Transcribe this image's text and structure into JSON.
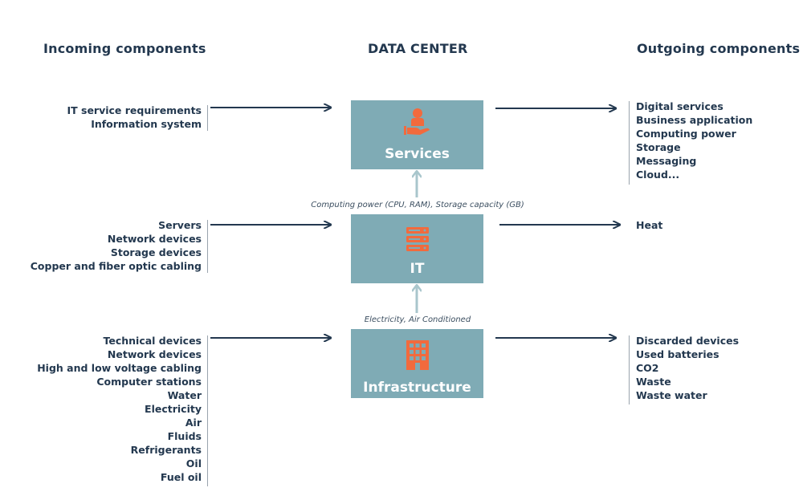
{
  "headings": {
    "incoming": "Incoming components",
    "center": "DATA CENTER",
    "outgoing": "Outgoing components"
  },
  "boxes": {
    "services": {
      "label": "Services",
      "icon": "service-hand-icon"
    },
    "it": {
      "label": "IT",
      "icon": "server-stack-icon"
    },
    "infrastructure": {
      "label": "Infrastructure",
      "icon": "building-icon"
    }
  },
  "flows": {
    "it_to_services": "Computing power (CPU, RAM), Storage capacity (GB)",
    "infra_to_it": "Electricity, Air Conditioned"
  },
  "incoming": {
    "services": [
      "IT service requirements",
      "Information system"
    ],
    "it": [
      "Servers",
      "Network devices",
      "Storage devices",
      "Copper and fiber optic cabling"
    ],
    "infrastructure": [
      "Technical devices",
      "Network devices",
      "High and low voltage cabling",
      "Computer stations",
      "Water",
      "Electricity",
      "Air",
      "Fluids",
      "Refrigerants",
      "Oil",
      "Fuel oil"
    ]
  },
  "outgoing": {
    "services": [
      "Digital services",
      "Business application",
      "Computing power",
      "Storage",
      "Messaging",
      "Cloud..."
    ],
    "it": [
      "Heat"
    ],
    "infrastructure": [
      "Discarded devices",
      "Used batteries",
      "CO2",
      "Waste",
      "Waste water"
    ]
  },
  "colors": {
    "text": "#23384f",
    "box": "#7fabb5",
    "icon": "#f26a3d",
    "arrow": "#23384f",
    "vertical_arrow": "#a9c6cc"
  }
}
